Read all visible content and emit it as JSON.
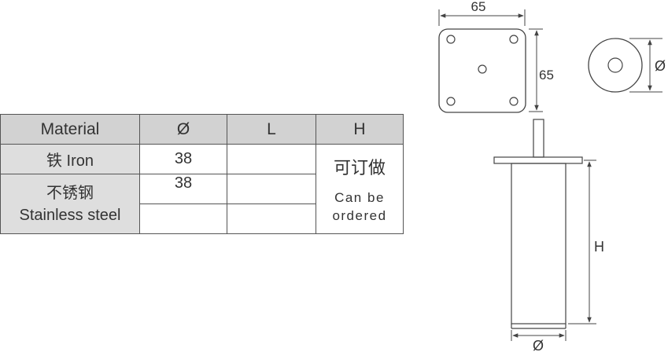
{
  "table": {
    "headers": [
      "Material",
      "Ø",
      "L",
      "H"
    ],
    "rows": {
      "iron_label": "铁 Iron",
      "iron_dia": "38",
      "steel_label_cn": "不锈钢",
      "steel_label_en": "Stainless steel",
      "steel_dia": "38",
      "order_cn": "可订做",
      "order_en_1": "Can be",
      "order_en_2": "ordered"
    }
  },
  "drawing": {
    "plate_width": "65",
    "plate_height": "65",
    "disc_diameter": "Ø",
    "leg_height": "H",
    "leg_diameter": "Ø"
  }
}
